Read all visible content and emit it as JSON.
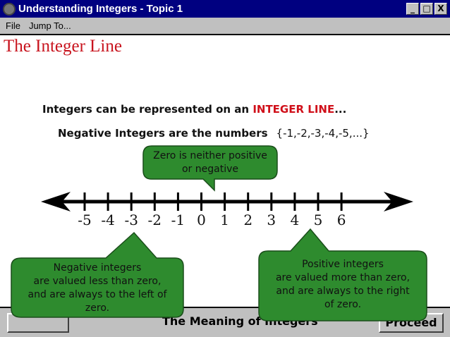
{
  "window": {
    "title": "Understanding Integers - Topic 1",
    "minimize": "_",
    "maximize": "□",
    "close": "X"
  },
  "menu": [
    "File",
    "Jump To..."
  ],
  "heading": "The Integer Line",
  "intro": {
    "before": "Integers can be represented on an ",
    "highlight": "INTEGER LINE",
    "after": "..."
  },
  "negative_def": {
    "label": "Negative Integers are the numbers",
    "set": "{-1,-2,-3,-4,-5,...}"
  },
  "number_line": {
    "ticks": [
      "-5",
      "-4",
      "-3",
      "-2",
      "-1",
      "0",
      "1",
      "2",
      "3",
      "4",
      "5",
      "6"
    ]
  },
  "callouts": {
    "zero": [
      "Zero is neither positive",
      "or negative"
    ],
    "negative": [
      "Negative integers",
      "are valued less than zero,",
      "and are always to the left of",
      "zero."
    ],
    "positive": [
      "Positive integers",
      "are valued more than zero,",
      "and are always to the right",
      "of zero."
    ]
  },
  "footer": {
    "center": "The Meaning of Integers",
    "proceed": "Proceed",
    "back": ""
  },
  "colors": {
    "titlebar": "#000080",
    "heading": "#c8141e",
    "callout": "#2e8b2e"
  }
}
